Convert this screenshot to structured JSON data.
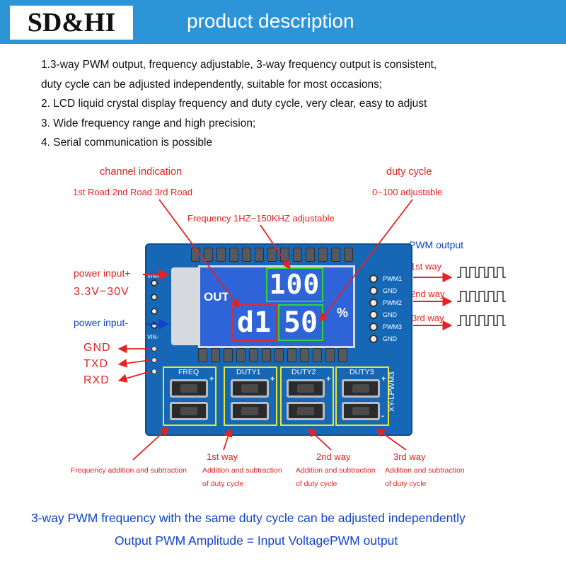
{
  "header": {
    "logo": "SD&HI",
    "title": "product description"
  },
  "description": [
    "1.3-way PWM output, frequency adjustable, 3-way frequency output is consistent,",
    "duty cycle can be adjusted independently, suitable for most occasions;",
    "2. LCD liquid crystal display frequency and duty cycle, very clear, easy to adjust",
    "3. Wide frequency range and high precision;",
    "4. Serial communication is possible"
  ],
  "callouts": {
    "channel_title": "channel indication",
    "channel_sub": "1st Road 2nd Road 3rd Road",
    "frequency": "Frequency 1HZ~150KHZ adjustable",
    "duty_title": "duty cycle",
    "duty_sub": "0~100 adjustable",
    "pwm_output": "PWM output",
    "power_plus": "power input+",
    "power_range": "3.3V~30V",
    "power_minus": "power input-",
    "gnd": "GND",
    "txd": "TXD",
    "rxd": "RXD",
    "way1": "1st way",
    "way2": "2nd way",
    "way3": "3rd way"
  },
  "board": {
    "lcd_out": "OUT",
    "lcd_top": "100",
    "lcd_channel": "d1",
    "lcd_value": "50",
    "lcd_percent": "%",
    "vin_plus": "VIN+",
    "vin_minus": "VIN-",
    "pwm_pins": [
      "PWM1",
      "GND",
      "PWM2",
      "GND",
      "PWM3",
      "GND"
    ],
    "buttons": [
      "FREQ",
      "DUTY1",
      "DUTY2",
      "DUTY3"
    ],
    "plus": "+",
    "minus": "-",
    "model": "XY-LPWM3"
  },
  "bottom_labels": {
    "freq_label": "Frequency addition and subtraction",
    "way1_title": "1st way",
    "way1_line1": "Addition and subtraction",
    "way1_line2": "of duty cycle",
    "way2_title": "2nd way",
    "way2_line1": "Addition and subtraction",
    "way2_line2": "of duty cycle",
    "way3_title": "3rd way",
    "way3_line1": "Addition and subtraction",
    "way3_line2": "of duty cycle"
  },
  "footer": {
    "line1": "3-way PWM frequency with the same duty cycle can be adjusted independently",
    "line2": "Output PWM Amplitude = Input VoltagePWM output"
  },
  "colors": {
    "header": "#2d94d8",
    "callout_red": "#e52222",
    "callout_blue": "#1144cc",
    "pcb": "#1668b7",
    "highlight_green": "#2fd62f",
    "highlight_yellow": "#e8e82a"
  }
}
